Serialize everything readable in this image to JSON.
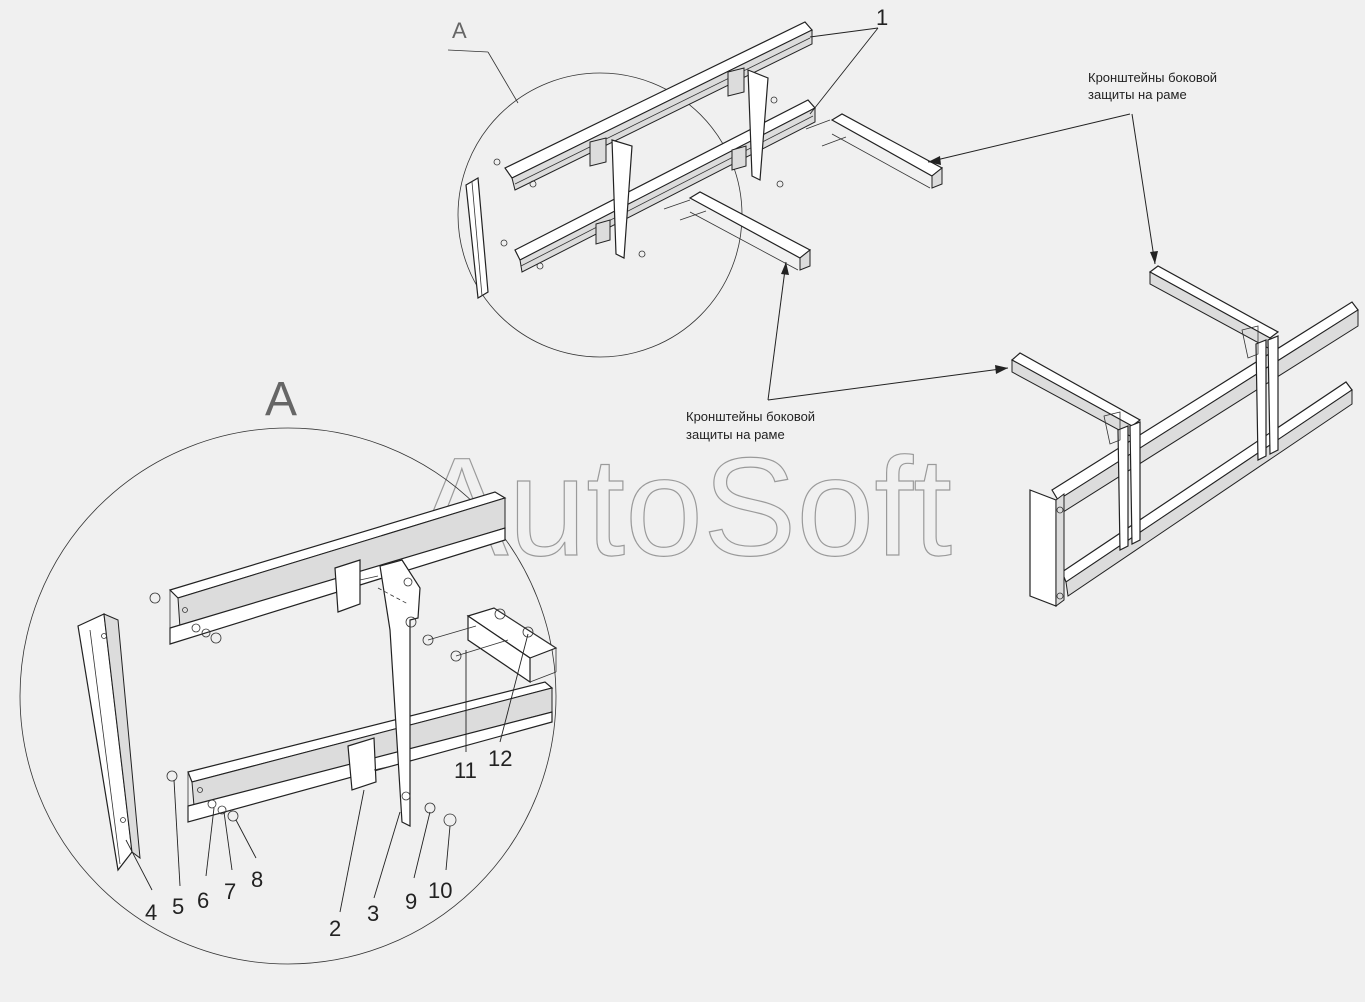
{
  "watermark": "AutoSoft",
  "view_label_small": "A",
  "view_label_large": "A",
  "captions": {
    "top_right_line1": "Кронштейны боковой",
    "top_right_line2": "защиты на раме",
    "center_line1": "Кронштейны боковой",
    "center_line2": "защиты на раме"
  },
  "callouts": {
    "c1": "1",
    "c2": "2",
    "c3": "3",
    "c4": "4",
    "c5": "5",
    "c6": "6",
    "c7": "7",
    "c8": "8",
    "c9": "9",
    "c10": "10",
    "c11": "11",
    "c12": "12"
  }
}
